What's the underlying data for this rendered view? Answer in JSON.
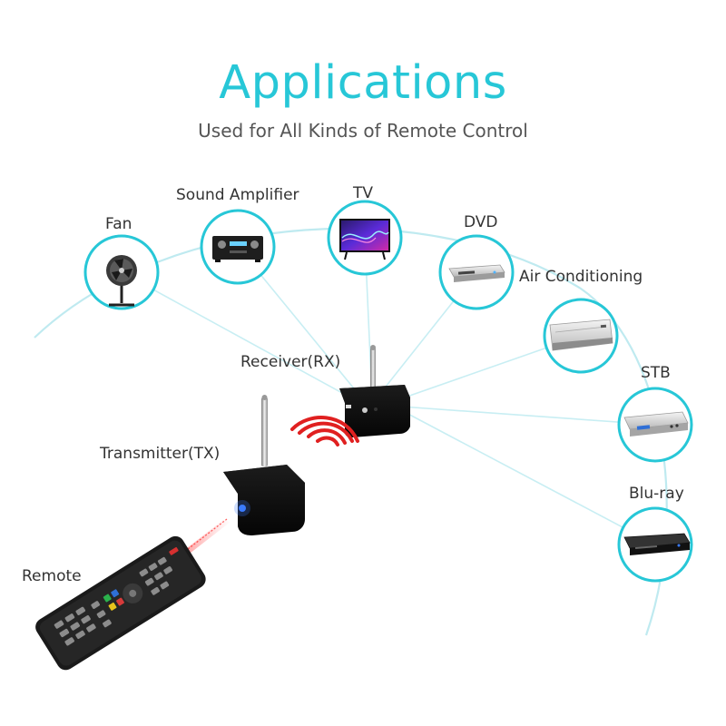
{
  "header": {
    "title": "Applications",
    "subtitle": "Used for All Kinds of Remote Control"
  },
  "devices": {
    "fan": "Fan",
    "sound_amplifier": "Sound Amplifier",
    "tv": "TV",
    "dvd": "DVD",
    "air_conditioning": "Air Conditioning",
    "stb": "STB",
    "blu_ray": "Blu-ray"
  },
  "units": {
    "receiver": "Receiver(RX)",
    "transmitter": "Transmitter(TX)",
    "remote": "Remote"
  },
  "colors": {
    "accent": "#27c7d7",
    "link_line": "#bfeaf0",
    "device_body": "#111111",
    "signal_red": "#e02020",
    "indicator_blue": "#3a7bff"
  }
}
